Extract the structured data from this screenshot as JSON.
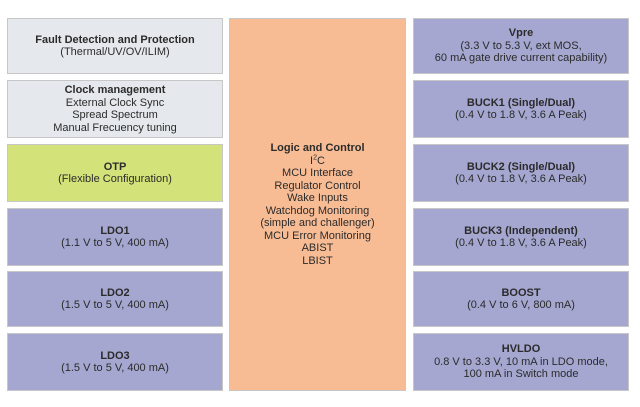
{
  "blocks": {
    "fault": {
      "title": "Fault Detection and Protection",
      "lines": [
        "(Thermal/UV/OV/ILIM)"
      ]
    },
    "clock": {
      "title": "Clock management",
      "lines": [
        "External Clock Sync",
        "Spread Spectrum",
        "Manual Frecuency tuning"
      ]
    },
    "otp": {
      "title": "OTP",
      "lines": [
        "(Flexible Configuration)"
      ]
    },
    "ldo1": {
      "title": "LDO1",
      "lines": [
        "(1.1 V to 5 V, 400 mA)"
      ]
    },
    "ldo2": {
      "title": "LDO2",
      "lines": [
        "(1.5 V to 5 V, 400 mA)"
      ]
    },
    "ldo3": {
      "title": "LDO3",
      "lines": [
        "(1.5 V to 5 V, 400 mA)"
      ]
    },
    "logic": {
      "title": "Logic and Control",
      "i2c_base": "I",
      "i2c_sup": "2",
      "i2c_tail": "C",
      "lines": [
        "MCU Interface",
        "Regulator Control",
        "Wake Inputs",
        "Watchdog Monitoring",
        "(simple and challenger)",
        "MCU Error Monitoring",
        "ABIST",
        "LBIST"
      ]
    },
    "vpre": {
      "title": "Vpre",
      "lines": [
        "(3.3 V to 5.3 V, ext MOS,",
        "60 mA gate drive current capability)"
      ]
    },
    "buck1": {
      "title": "BUCK1 (Single/Dual)",
      "lines": [
        "(0.4 V to 1.8 V, 3.6 A Peak)"
      ]
    },
    "buck2": {
      "title": "BUCK2 (Single/Dual)",
      "lines": [
        "(0.4 V to 1.8 V, 3.6 A Peak)"
      ]
    },
    "buck3": {
      "title": "BUCK3 (Independent)",
      "lines": [
        "(0.4 V to 1.8 V, 3.6 A Peak)"
      ]
    },
    "boost": {
      "title": "BOOST",
      "lines": [
        "(0.4 V to 6 V, 800 mA)"
      ]
    },
    "hvldo": {
      "title": "HVLDO",
      "lines": [
        "0.8 V to 3.3 V, 10 mA in LDO mode,",
        "100 mA in Switch mode"
      ]
    }
  },
  "colors": {
    "gray": "#e5e9ed",
    "green": "#d3e37a",
    "blue": "#a5a7d0",
    "orange": "#f8bc95"
  }
}
